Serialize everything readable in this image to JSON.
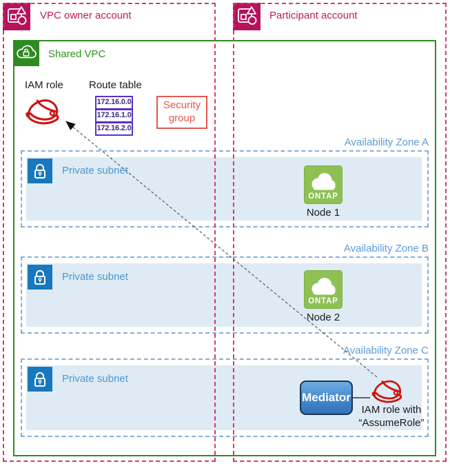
{
  "accounts": {
    "owner": {
      "label": "VPC owner account"
    },
    "participant": {
      "label": "Participant account"
    }
  },
  "shared_vpc": {
    "label": "Shared VPC"
  },
  "iam_role": {
    "label": "IAM role"
  },
  "route_table": {
    "label": "Route table",
    "routes": [
      "172.16.0.0",
      "172.16.1.0",
      "172.16.2.0"
    ]
  },
  "security_group": {
    "label": "Security group"
  },
  "zones": [
    {
      "label": "Availability Zone A",
      "subnet_label": "Private subnet",
      "node": {
        "icon_label": "ONTAP",
        "name": "Node 1"
      }
    },
    {
      "label": "Availability Zone B",
      "subnet_label": "Private subnet",
      "node": {
        "icon_label": "ONTAP",
        "name": "Node 2"
      }
    },
    {
      "label": "Availability Zone C",
      "subnet_label": "Private subnet",
      "mediator_label": "Mediator",
      "assume_role": {
        "line1": "IAM role with",
        "line2": "“AssumeRole”"
      }
    }
  ],
  "colors": {
    "account_crimson": "#B5135B",
    "account_border": "#CC3D71",
    "vpc_green": "#2E8B22",
    "zone_blue": "#5B9BD5",
    "zone_border": "#82AEDC",
    "subnet_fill": "#DEEBF4",
    "subnet_icon_blue": "#1878BE",
    "route_purple": "#5B2FC9",
    "security_red": "#E4584C",
    "ontap_green": "#8DC153",
    "hat_red": "#CE1212",
    "mediator_blue": "#3272B8"
  }
}
